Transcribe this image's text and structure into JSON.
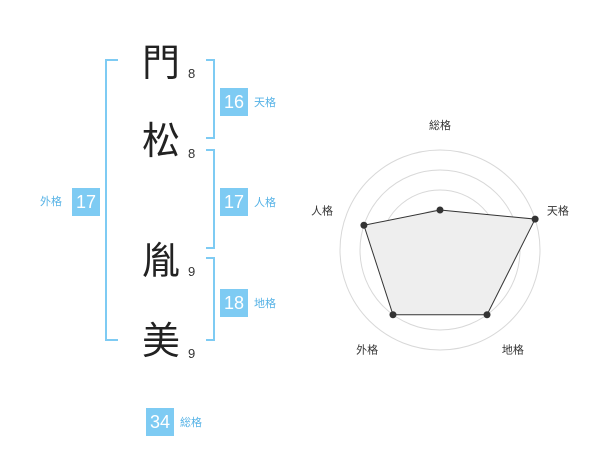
{
  "name_chars": [
    {
      "char": "門",
      "strokes": "8"
    },
    {
      "char": "松",
      "strokes": "8"
    },
    {
      "char": "胤",
      "strokes": "9"
    },
    {
      "char": "美",
      "strokes": "9"
    }
  ],
  "fortunes": {
    "tenkaku": {
      "value": "16",
      "label": "天格"
    },
    "jinkaku": {
      "value": "17",
      "label": "人格"
    },
    "chikaku": {
      "value": "18",
      "label": "地格"
    },
    "gaikaku": {
      "value": "17",
      "label": "外格"
    },
    "soukaku": {
      "value": "34",
      "label": "総格"
    }
  },
  "colors": {
    "accent": "#7ecbf3",
    "accent_text": "#55b2e6",
    "line": "#333333"
  },
  "chart_data": {
    "type": "radar",
    "axes": [
      "総格",
      "天格",
      "地格",
      "外格",
      "人格"
    ],
    "rings": 5,
    "range": [
      0,
      5
    ],
    "values": [
      2,
      5,
      4,
      4,
      4
    ],
    "grid": true
  }
}
